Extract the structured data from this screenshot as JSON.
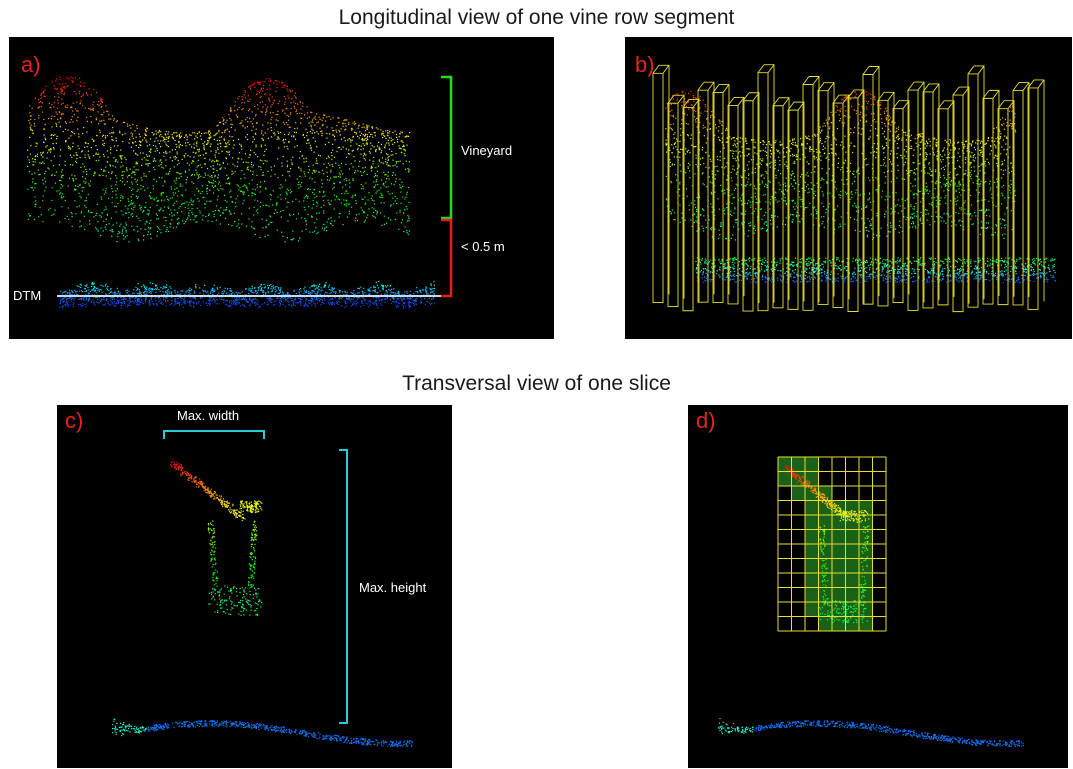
{
  "top_heading": "Longitudinal view of one vine row segment",
  "bottom_heading": "Transversal view of one slice",
  "panels": {
    "a": {
      "label": "a)",
      "vineyard": "Vineyard",
      "height_threshold": "< 0.5 m",
      "dtm": "DTM"
    },
    "b": {
      "label": "b)"
    },
    "c": {
      "label": "c)",
      "max_width": "Max. width",
      "max_height": "Max. height"
    },
    "d": {
      "label": "d)"
    }
  },
  "colors": {
    "panel_label": "#e8231f",
    "bracket_vineyard": "#22dd22",
    "bracket_ground": "#e81c1c",
    "bracket_measure": "#2cc8d8",
    "voxel_outline": "#e6e032",
    "voxel_fill": "#2fae2a",
    "dtm_line": "#cfd8e6"
  }
}
